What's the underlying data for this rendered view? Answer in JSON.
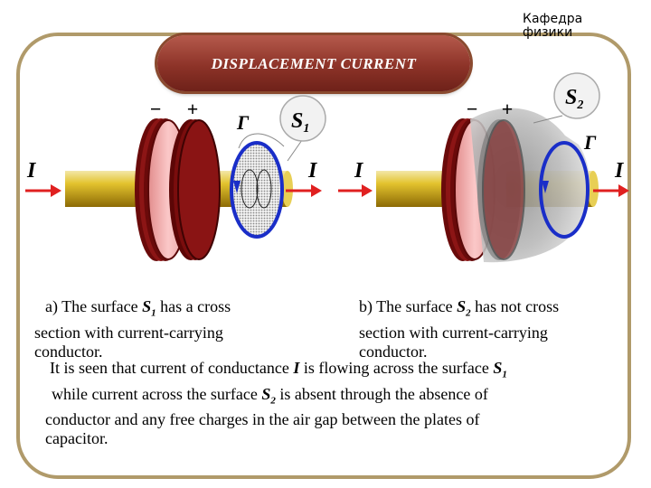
{
  "header": {
    "department": "Кафедра\nфизики",
    "title": "DISPLACEMENT  CURRENT"
  },
  "left_diagram": {
    "minus": "−",
    "plus": "+",
    "gamma": "Г",
    "surface": {
      "letter": "S",
      "index": "1"
    },
    "current_left": "I",
    "current_right": "I"
  },
  "right_diagram": {
    "minus": "−",
    "plus": "+",
    "gamma": "Г",
    "surface": {
      "letter": "S",
      "index": "2"
    },
    "current_left": "I",
    "current_right": "I"
  },
  "captions": {
    "a": {
      "prefix": "a) The surface ",
      "surface": "S",
      "index": "1",
      "line1_rest": " has a cross",
      "line2": "section with current-carrying",
      "line3": "conductor."
    },
    "b": {
      "prefix": "b) The surface ",
      "surface": "S",
      "index": "2",
      "line1_rest": " has not cross",
      "line2": "section with current-carrying",
      "line3": "conductor."
    }
  },
  "explanation": {
    "l1_a": "It is seen that current of conductance ",
    "l1_I": "I",
    "l1_b": "   is flowing across the surface ",
    "l1_S": "S",
    "l1_i": "1",
    "l2_a": " while current across the surface ",
    "l2_S": "S",
    "l2_i": "2",
    "l2_b": " is absent through the absence of",
    "l3": "conductor and any free charges in the air gap between the plates of",
    "l4": "capacitor."
  },
  "colors": {
    "frame": "#b09a6a",
    "banner": "#8d3328",
    "wire": "#d4b21c",
    "plate_dark": "#7a0d0d",
    "plate_light": "#f6b8b8",
    "arrow": "#e02020",
    "contour": "#1a2ec8"
  }
}
